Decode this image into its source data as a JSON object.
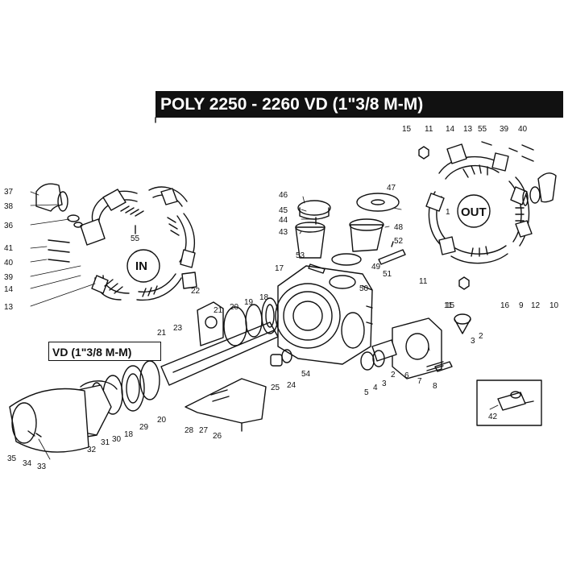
{
  "title": "POLY 2250 - 2260 VD (1\"3/8 M-M)",
  "subtitle": "VD (1\"3/8 M-M)",
  "manifold_in_label": "IN",
  "manifold_out_label": "OUT",
  "callouts": {
    "c1": "1",
    "c2a": "2",
    "c2b": "2",
    "c3a": "3",
    "c3b": "3",
    "c4": "4",
    "c5": "5",
    "c6": "6",
    "c7": "7",
    "c8": "8",
    "c9": "9",
    "c10": "10",
    "c11a": "11",
    "c11b": "11",
    "c11c": "11",
    "c12": "12",
    "c13a": "13",
    "c13b": "13",
    "c14a": "14",
    "c14b": "14",
    "c15a": "15",
    "c15b": "15",
    "c16": "16",
    "c17": "17",
    "c18a": "18",
    "c18b": "18",
    "c19": "19",
    "c20a": "20",
    "c20b": "20",
    "c21a": "21",
    "c21b": "21",
    "c22": "22",
    "c23": "23",
    "c24": "24",
    "c25": "25",
    "c26": "26",
    "c27": "27",
    "c28": "28",
    "c29": "29",
    "c30": "30",
    "c31": "31",
    "c32": "32",
    "c33": "33",
    "c34": "34",
    "c35": "35",
    "c36": "36",
    "c37": "37",
    "c38": "38",
    "c39a": "39",
    "c39b": "39",
    "c40a": "40",
    "c40b": "40",
    "c41": "41",
    "c42": "42",
    "c43": "43",
    "c44": "44",
    "c45": "45",
    "c46": "46",
    "c47": "47",
    "c48": "48",
    "c49": "49",
    "c50": "50",
    "c51": "51",
    "c52": "52",
    "c53": "53",
    "c54": "54",
    "c55a": "55",
    "c55b": "55"
  }
}
